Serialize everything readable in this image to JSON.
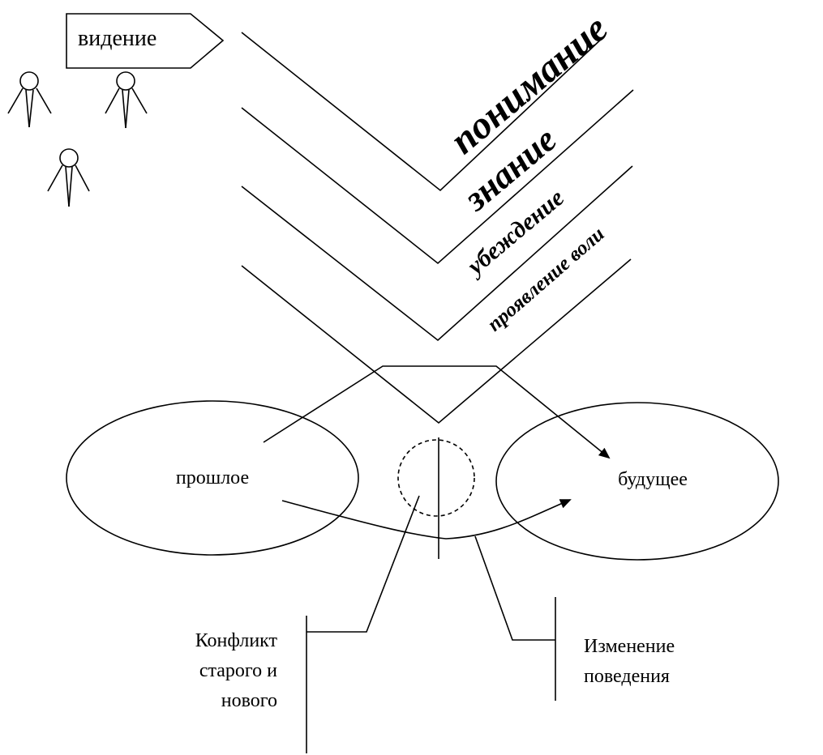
{
  "vision_label": "видение",
  "stages": {
    "understanding": "понимание",
    "knowledge": "знание",
    "conviction": "убеждение",
    "will": "проявление воли"
  },
  "past_label": "прошлое",
  "future_label": "будущее",
  "conflict_label": {
    "line1": "Конфликт",
    "line2": "старого и",
    "line3": "нового"
  },
  "change_label": {
    "line1": "Изменение",
    "line2": "поведения"
  },
  "icons": [
    "person-icon",
    "person-icon",
    "person-icon"
  ]
}
